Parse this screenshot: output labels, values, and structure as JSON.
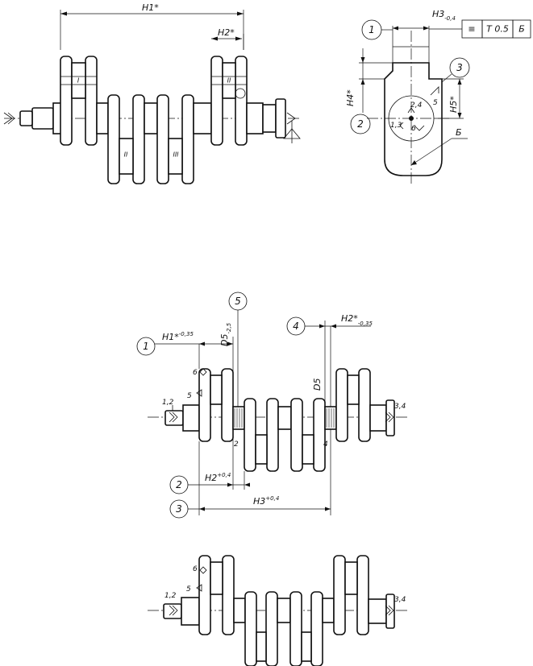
{
  "view1": {
    "dim_h1": "H1*",
    "dim_h2": "H2*",
    "roman_1": "I",
    "roman_2": "II",
    "roman_3": "III",
    "roman_4": "II"
  },
  "view2": {
    "callout_1": "1",
    "callout_2": "2",
    "callout_3": "3",
    "dim_h3": "H3",
    "dim_h3_tol": "-0,4",
    "dim_h4": "H4*",
    "dim_h5": "H5*",
    "tolerance_frame": {
      "symbol": "≡",
      "value": "T 0.5",
      "datum": "Б"
    },
    "datum_label": "Б",
    "support_2_4": "2,4",
    "support_1_3": "1,3",
    "support_6": "6",
    "support_5": "5"
  },
  "view3": {
    "callout_1": "1",
    "callout_2": "2",
    "callout_3": "3",
    "callout_4": "4",
    "callout_5": "5",
    "dim_h1": "H1*",
    "dim_h1_tol": "-0,35",
    "dim_d5": "D5",
    "dim_d5_tol": "-2,5",
    "dim_h2": "H2*",
    "dim_h2_tol": "-0,35",
    "dim_h2_lower": "H2",
    "dim_h2_lower_tol": "+0,4",
    "dim_h3": "H3",
    "dim_h3_tol": "+0,4",
    "dim_d5_mid": "D5",
    "support_6": "6",
    "support_5": "5",
    "support_12": "1,2",
    "support_34": "3,4",
    "mark_2": "2",
    "mark_4": "4"
  },
  "view4": {
    "support_6": "6",
    "support_5": "5",
    "support_12": "1,2",
    "support_34": "3,4"
  }
}
